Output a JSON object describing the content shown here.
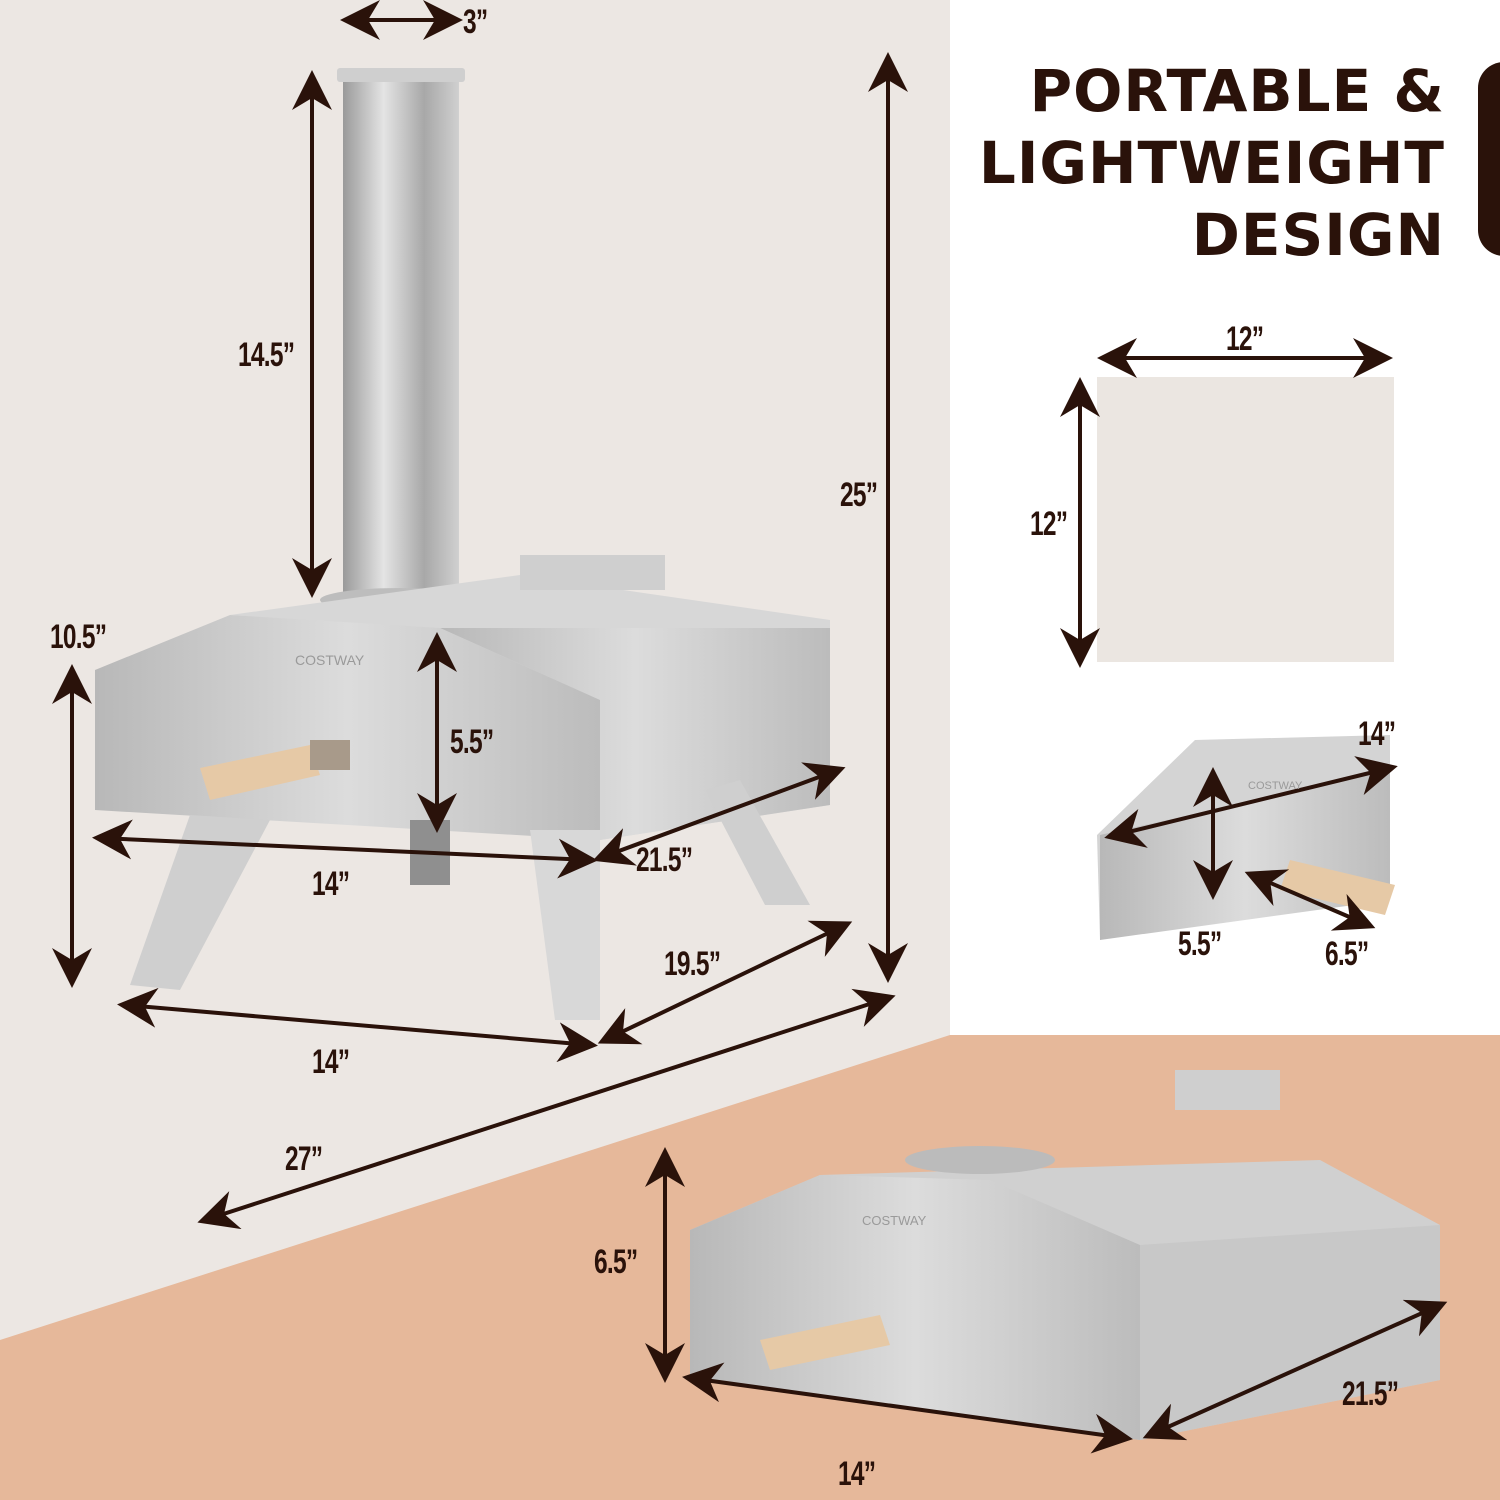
{
  "headline": {
    "line1": "PORTABLE &",
    "line2": "LIGHTWEIGHT",
    "line3": "DESIGN"
  },
  "brand": "COSTWAY",
  "colors": {
    "wall": "#ece7e3",
    "floor": "#e6b89a",
    "panel_white": "#ffffff",
    "text_dark_brown": "#2a120a",
    "steel": "#c0c0c0",
    "pizza_stone": "#ebe6e1",
    "wood_handle": "#e6c9a6"
  },
  "main_oven": {
    "chimney_diameter": "3”",
    "chimney_height": "14.5”",
    "total_height": "25”",
    "body_height_with_legs": "10.5”",
    "door_height": "5.5”",
    "body_width": "14”",
    "body_depth": "21.5”",
    "leg_width": "14”",
    "leg_depth": "19.5”",
    "total_length": "27”"
  },
  "pizza_stone": {
    "width": "12”",
    "height": "12”"
  },
  "door": {
    "width": "14”",
    "height": "5.5”",
    "handle_length": "6.5”"
  },
  "folded_oven": {
    "height": "6.5”",
    "width": "14”",
    "depth": "21.5”"
  }
}
